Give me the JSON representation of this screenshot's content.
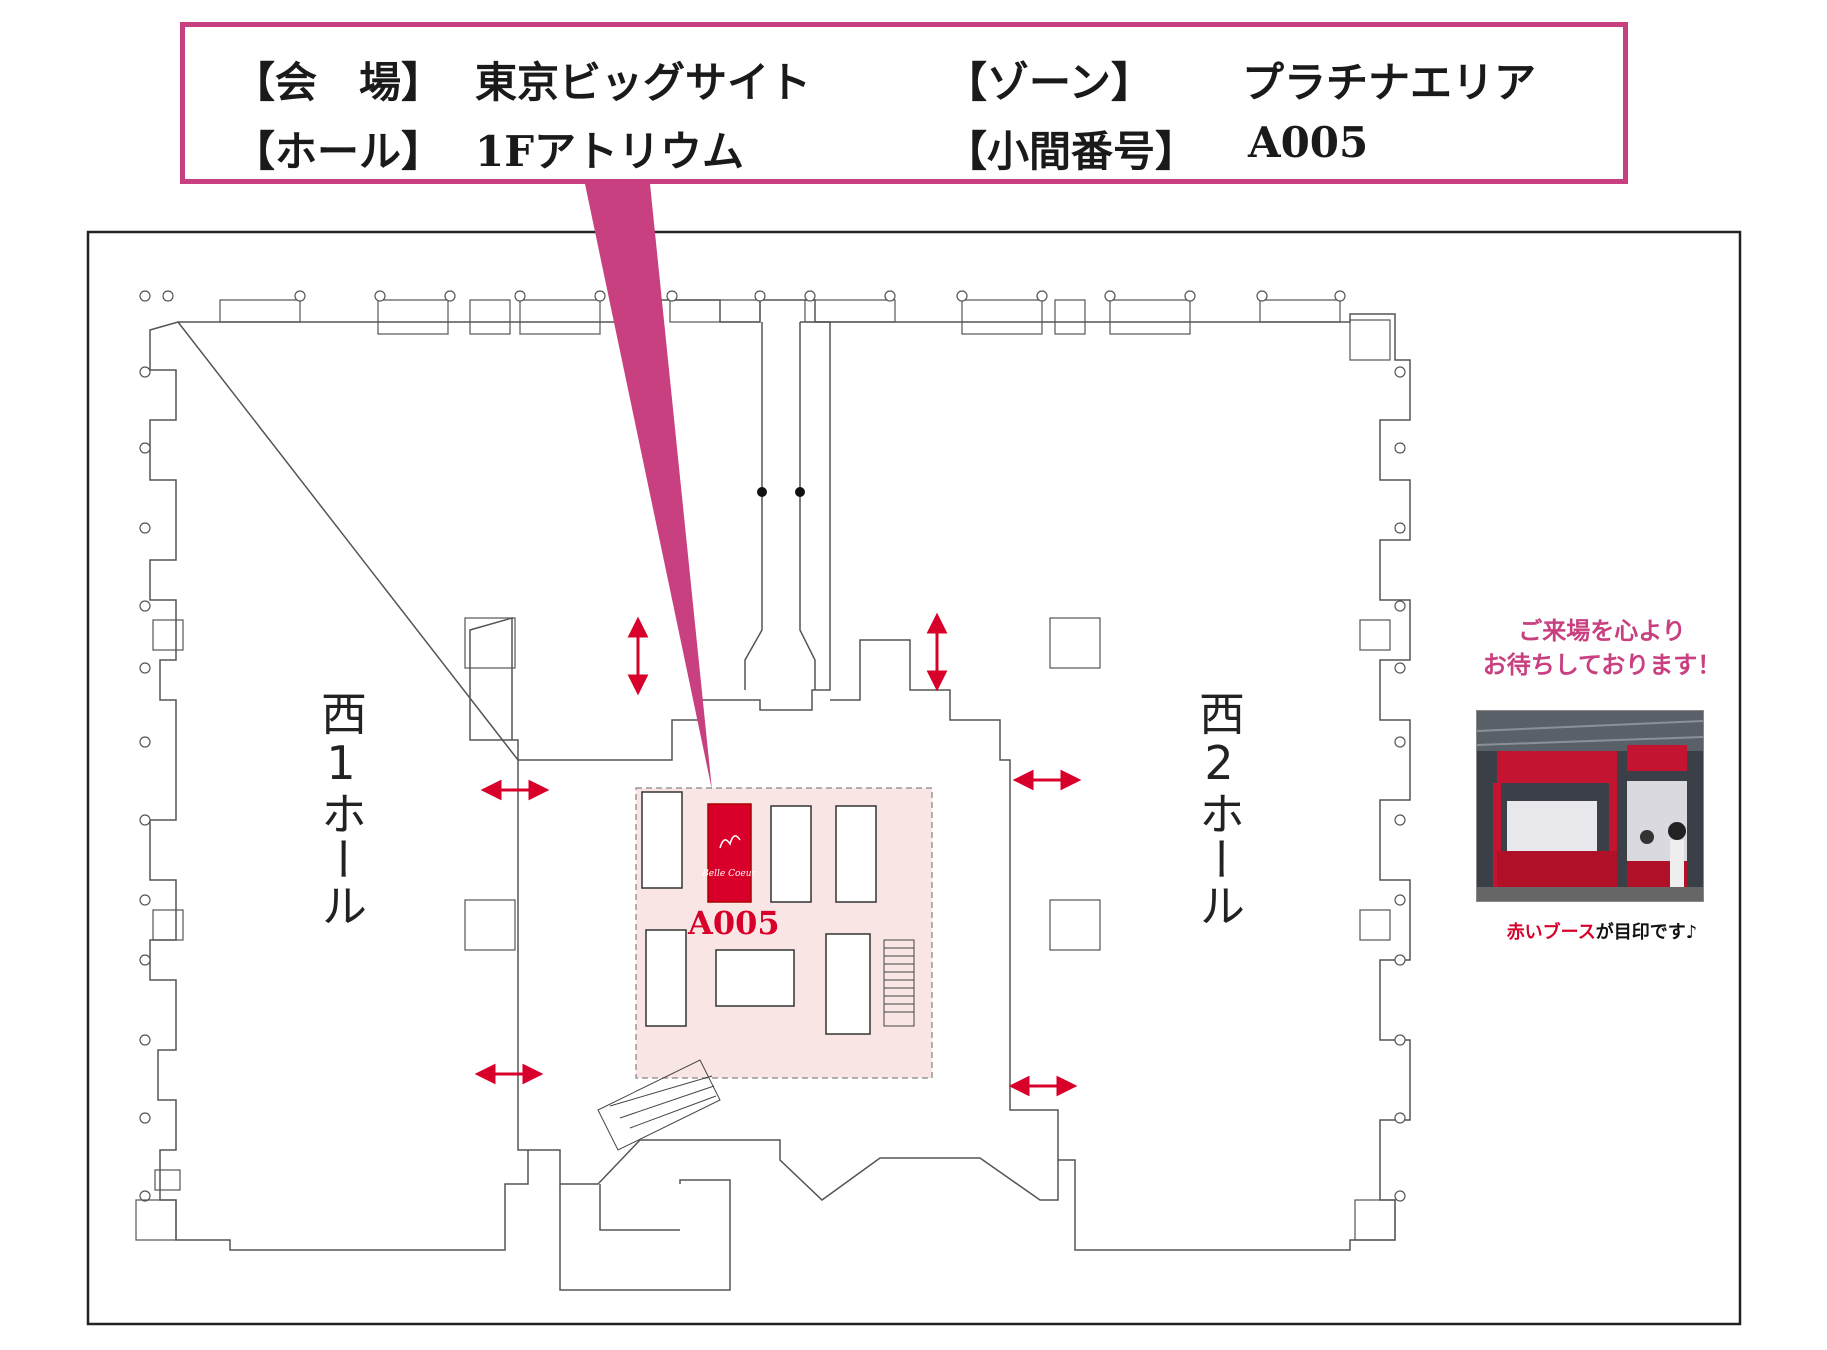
{
  "info": {
    "venue_label": "【会　場】",
    "venue_value": "東京ビッグサイト",
    "hall_label": "【ホール】",
    "hall_value": "1Fアトリウム",
    "zone_label": "【ゾーン】",
    "zone_value": "プラチナエリア",
    "booth_label": "【小間番号】",
    "booth_value": "A005"
  },
  "map": {
    "hall_west1": "西1ホール",
    "hall_west2": "西2ホール",
    "booth_marker": "A005",
    "booth_logo_text": "Belle Coeur"
  },
  "side": {
    "welcome_line1": "ご来場を心より",
    "welcome_line2": "お待ちしております！",
    "caption_red": "赤いブース",
    "caption_rest": "が目印です♪"
  },
  "colors": {
    "accent_pink": "#c8407f",
    "booth_red": "#d8002a",
    "atrium_fill": "#f9e6e4"
  }
}
